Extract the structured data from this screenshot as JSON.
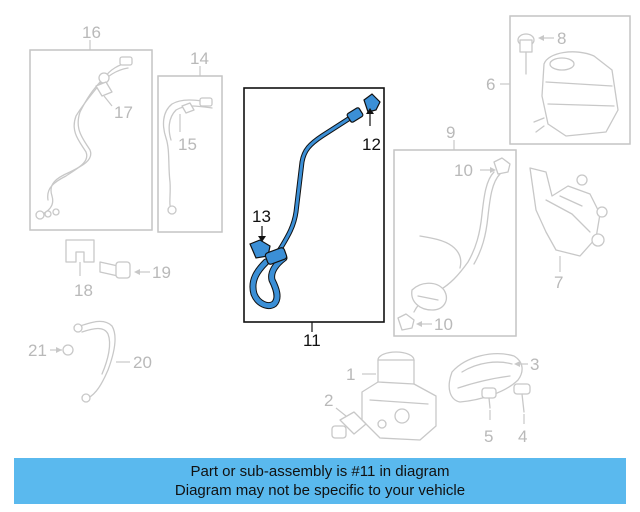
{
  "diagram": {
    "callouts": {
      "c1": "1",
      "c2": "2",
      "c3": "3",
      "c4": "4",
      "c5": "5",
      "c6": "6",
      "c7": "7",
      "c8": "8",
      "c9": "9",
      "c10a": "10",
      "c10b": "10",
      "c11": "11",
      "c12": "12",
      "c13": "13",
      "c14": "14",
      "c15": "15",
      "c16": "16",
      "c17": "17",
      "c18": "18",
      "c19": "19",
      "c20": "20",
      "c21": "21"
    },
    "highlight_color": "#3b8fd6",
    "muted_color": "#c8c8c8"
  },
  "footer": {
    "line1": "Part or sub-assembly is #11 in diagram",
    "line2": "Diagram may not be specific to your vehicle",
    "background": "#5ab9ee"
  }
}
